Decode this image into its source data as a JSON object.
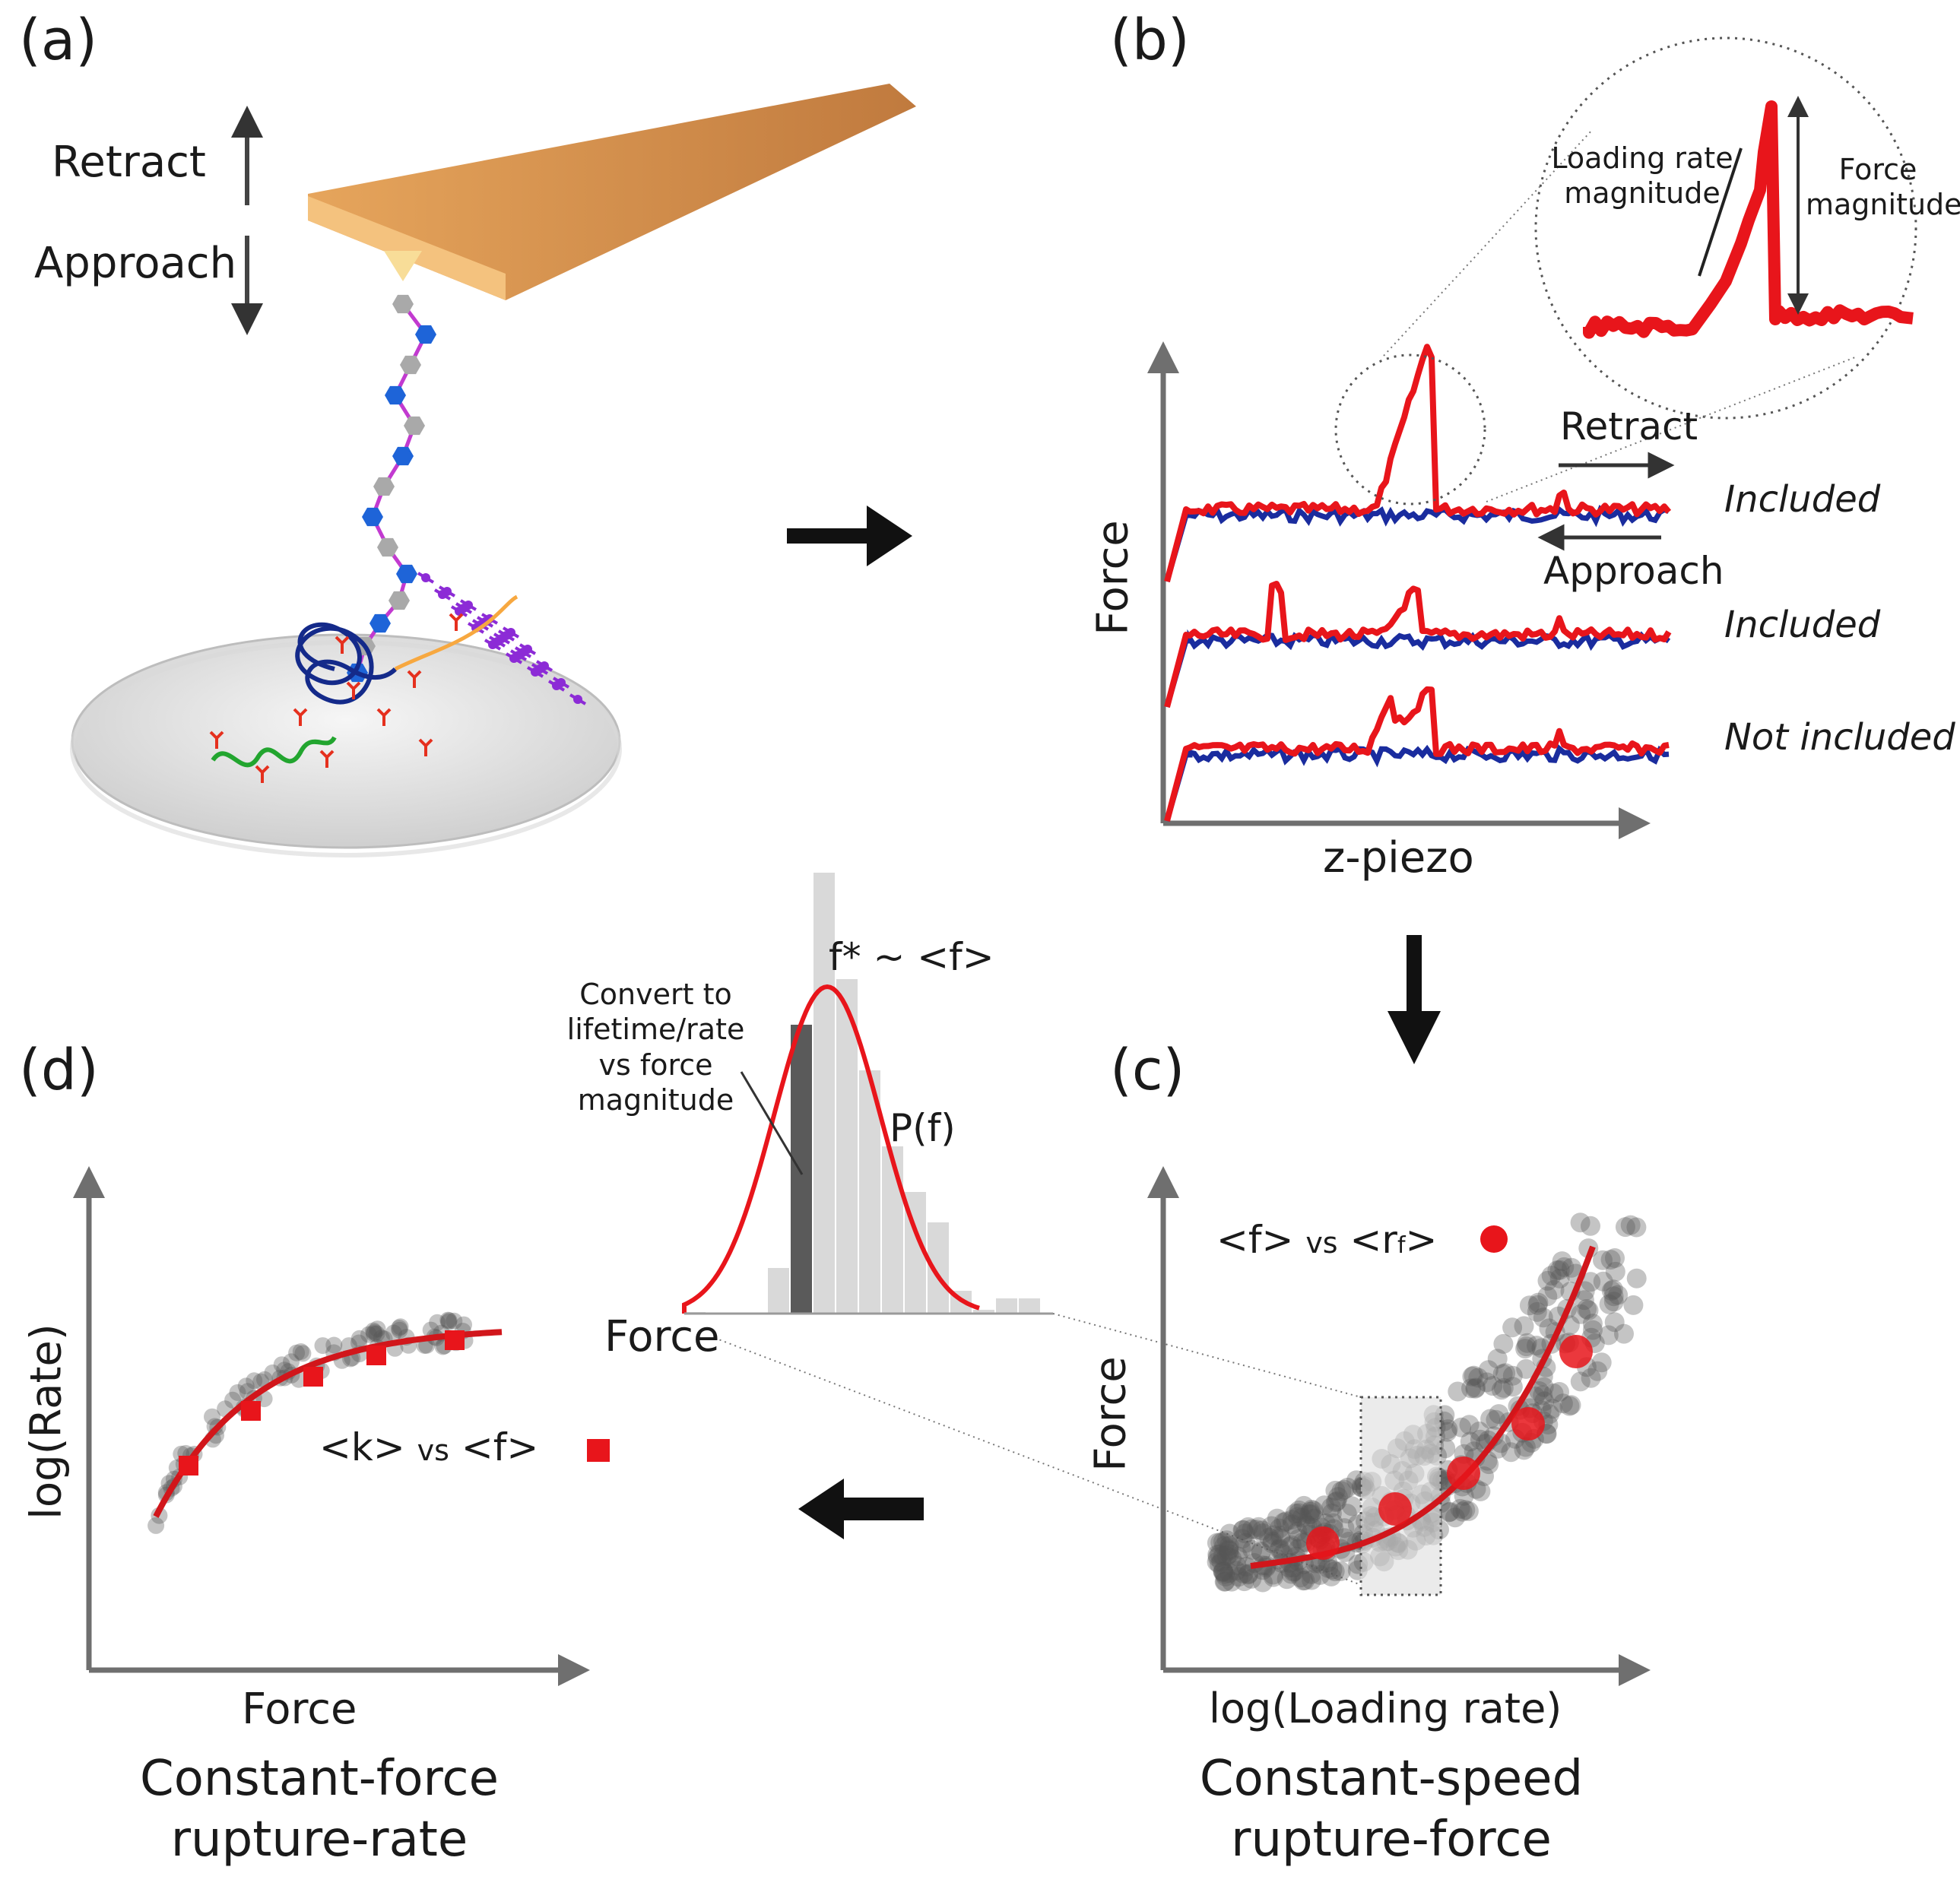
{
  "panels": {
    "a": "(a)",
    "b": "(b)",
    "c": "(c)",
    "d": "(d)"
  },
  "panel_a": {
    "retract": "Retract",
    "approach": "Approach"
  },
  "panel_b": {
    "inset_loading": "Loading rate magnitude",
    "inset_force": "Force magnitude",
    "retract": "Retract",
    "approach": "Approach",
    "y_axis": "Force",
    "x_axis": "z-piezo",
    "traces": [
      {
        "status": "Included"
      },
      {
        "status": "Included"
      },
      {
        "status": "Not included"
      }
    ]
  },
  "histogram": {
    "peak_label": "f* ~ <f>",
    "dist_label": "P(f)",
    "convert_note": "Convert to lifetime/rate vs force magnitude",
    "x_axis": "Force"
  },
  "panel_c": {
    "legend_f": "<f>",
    "legend_vs": "vs",
    "legend_r": "<r",
    "legend_r_sub": "f",
    "legend_close": ">",
    "y_axis": "Force",
    "x_axis": "log(Loading rate)",
    "caption": "Constant-speed rupture-force"
  },
  "panel_d": {
    "legend": "<k>",
    "legend_vs": "vs",
    "legend_end": "<f>",
    "y_axis": "log(Rate)",
    "x_axis": "Force",
    "caption": "Constant-force rupture-rate"
  },
  "colors": {
    "red": "#e8151b",
    "blue": "#1a2c9e",
    "axis": "#6f6f6f",
    "cantilever": "#cf8a4e"
  }
}
